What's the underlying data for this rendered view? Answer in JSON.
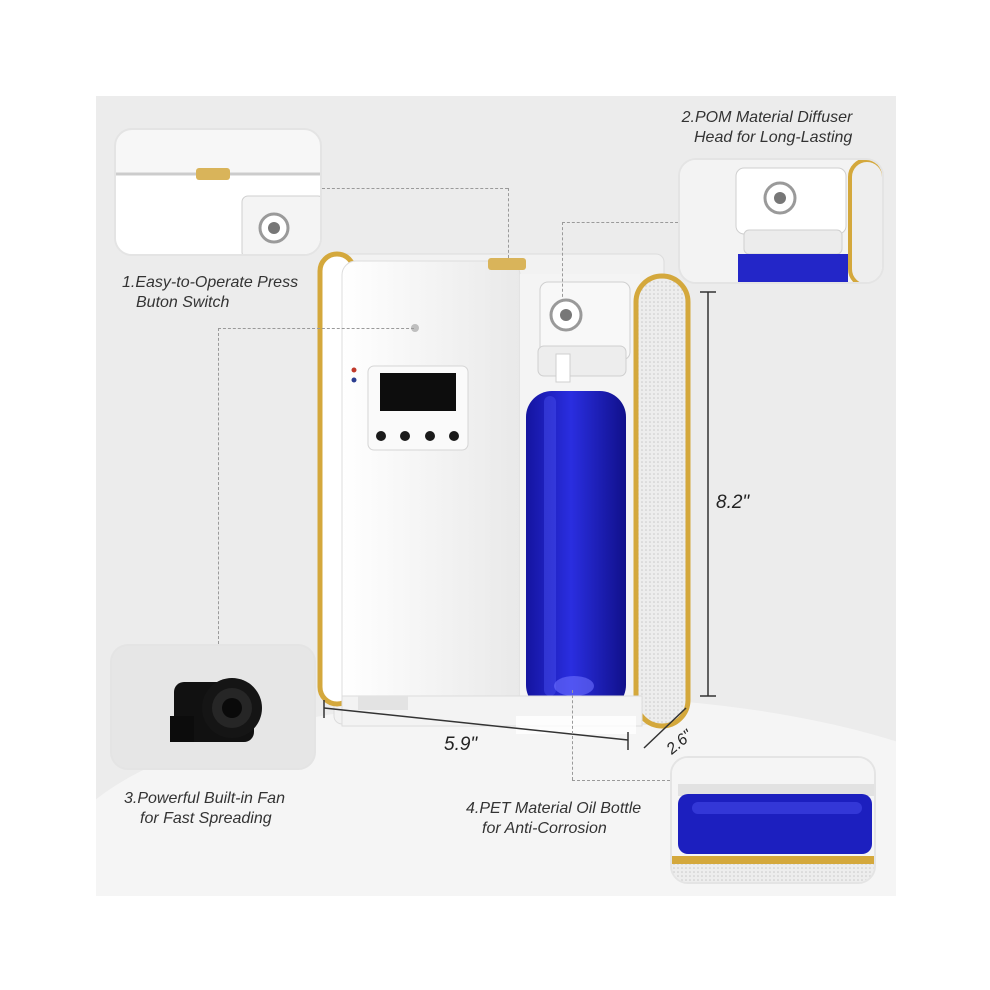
{
  "image": {
    "description_text": {
      "feature1": {
        "line1": "1.Easy-to-Operate Press",
        "line2": "Buton Switch"
      },
      "feature2": {
        "line1": "2.POM Material Diffuser",
        "line2": "Head for Long-Lasting"
      },
      "feature3": {
        "line1": "3.Powerful Built-in Fan",
        "line2": "for Fast Spreading"
      },
      "feature4": {
        "line1": "4.PET Material Oil Bottle",
        "line2": "for Anti-Corrosion"
      }
    },
    "dimensions": {
      "width": "5.9\"",
      "height": "8.2\"",
      "depth": "2.6\""
    },
    "colors": {
      "gold": "#d4a83c",
      "bottle": "#1f22c8",
      "body": "#ffffff",
      "background": "#ececec"
    }
  }
}
